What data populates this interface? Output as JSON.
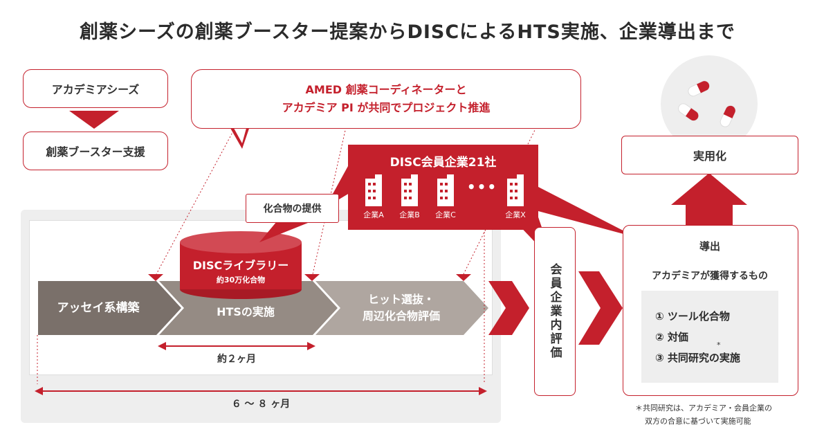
{
  "title": "創薬シーズの創薬ブースター提案からDISCによるHTS実施、企業導出まで",
  "left_column": {
    "academia_seeds": "アカデミアシーズ",
    "drug_booster_support": "創薬ブースター支援"
  },
  "amed_callout": {
    "line1": "AMED 創薬コーディネーターと",
    "line2": "アカデミア PI が共同でプロジェクト推進"
  },
  "disc_panel": {
    "title": "DISC会員企業21社",
    "companies": [
      "企業A",
      "企業B",
      "企業C",
      "企業X"
    ],
    "ellipsis": "•••"
  },
  "compound_provision": "化合物の提供",
  "library": {
    "name": "DISCライブラリー",
    "sub": "約30万化合物"
  },
  "process_steps": {
    "assay": "アッセイ系構築",
    "hts": "HTSの実施",
    "hit_line1": "ヒット選抜・",
    "hit_line2": "周辺化合物評価"
  },
  "duration_hts": "約２ヶ月",
  "duration_total": "６ 〜 ８ ヶ月",
  "member_eval": "会員企業内評価",
  "practical_use": "実用化",
  "outcome": {
    "title": "導出",
    "subtitle": "アカデミアが獲得するもの",
    "items": [
      "① ツール化合物",
      "② 対価",
      "③ 共同研究の実施"
    ],
    "asterisk": "*"
  },
  "footnote": {
    "line1": "＊共同研究は、アカデミア・会員企業の",
    "line2": "双方の合意に基づいて実施可能"
  },
  "colors": {
    "accent_red": "#c4202c",
    "step1": "#7a706a",
    "step2": "#958b84",
    "step3": "#afa6a0",
    "panel_gray": "#eeeeee"
  }
}
